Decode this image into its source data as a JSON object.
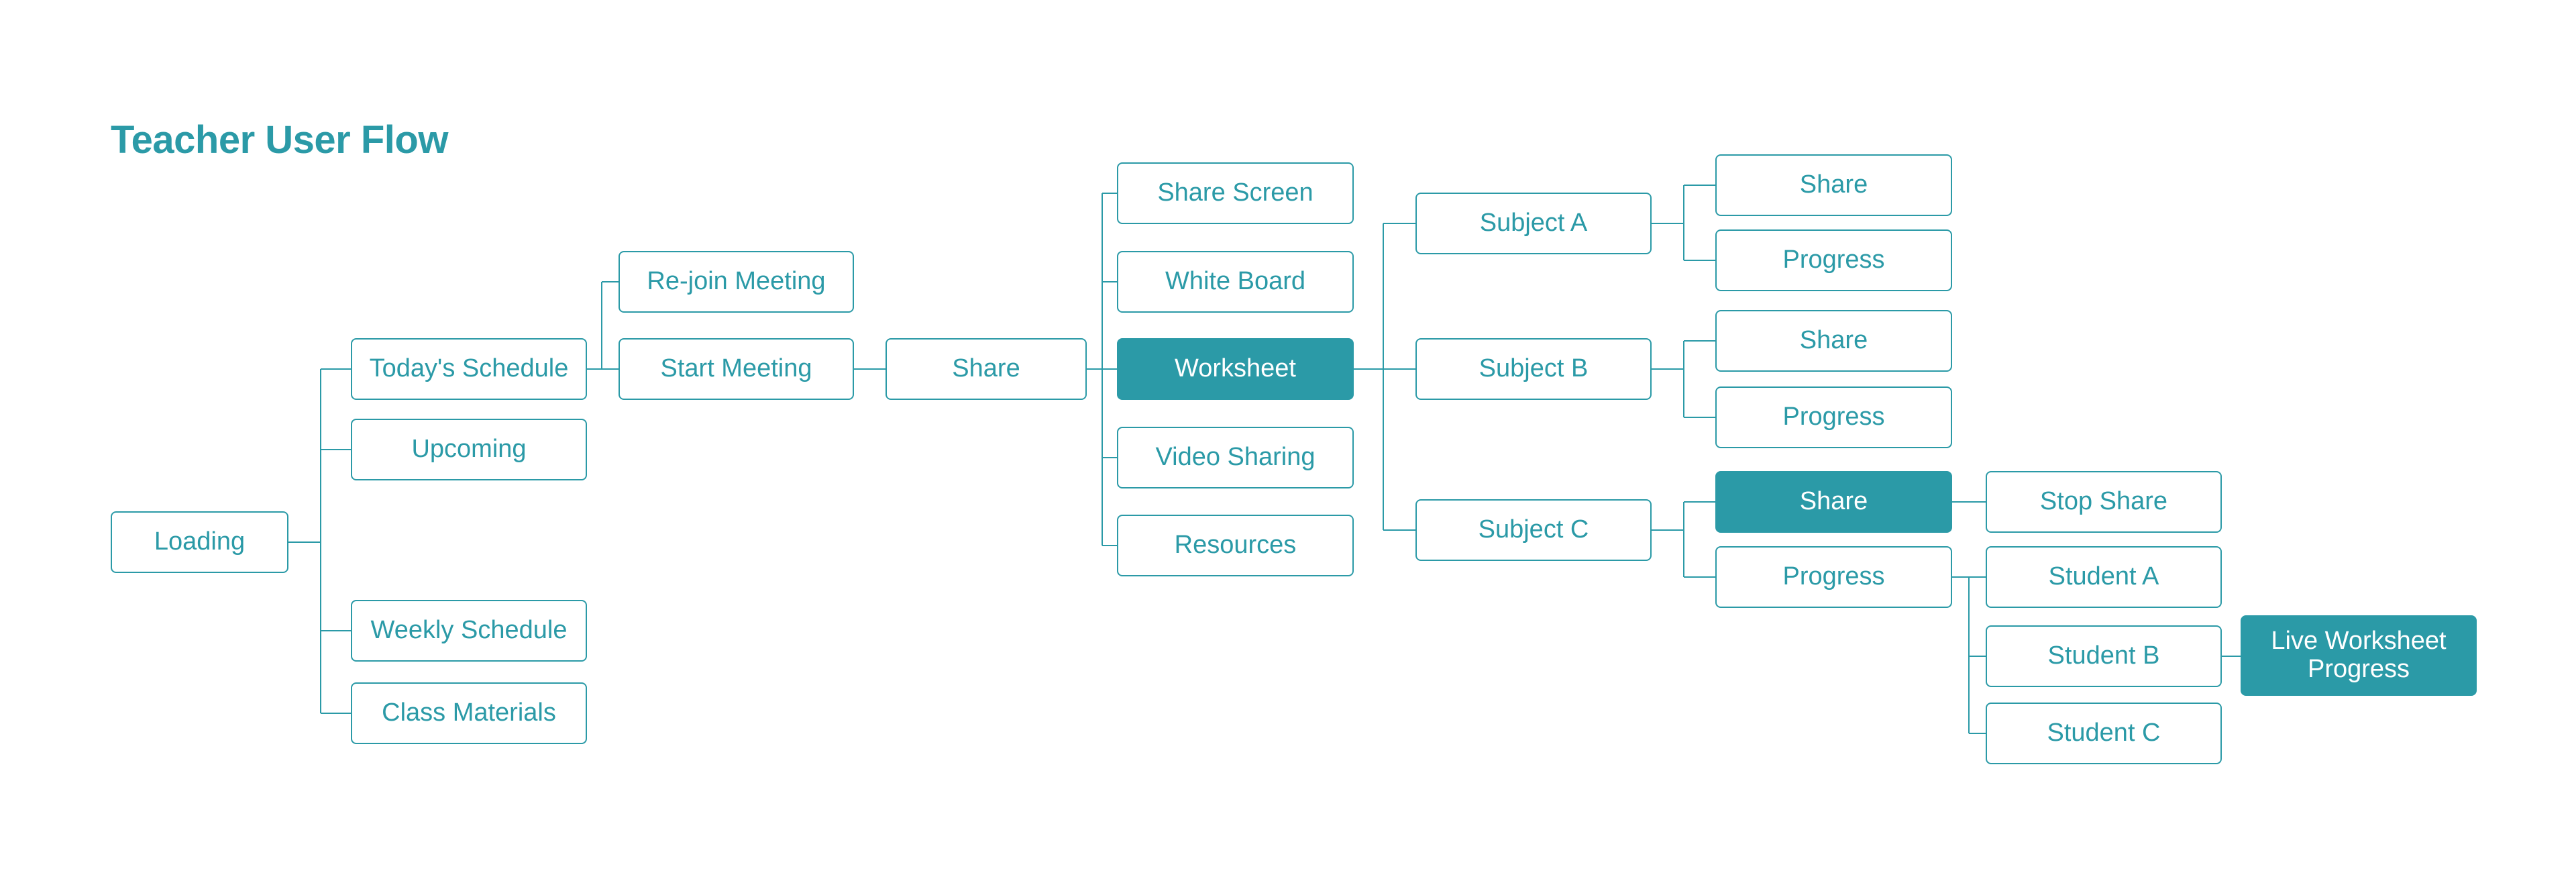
{
  "title": "Teacher User Flow",
  "colors": {
    "accent": "#2b9aa7",
    "background": "#ffffff"
  },
  "nodes": {
    "loading": "Loading",
    "todays_schedule": "Today's Schedule",
    "upcoming": "Upcoming",
    "weekly_schedule": "Weekly Schedule",
    "class_materials": "Class Materials",
    "rejoin_meeting": "Re-join Meeting",
    "start_meeting": "Start Meeting",
    "share": "Share",
    "share_screen": "Share Screen",
    "white_board": "White Board",
    "worksheet": "Worksheet",
    "video_sharing": "Video Sharing",
    "resources": "Resources",
    "subject_a": "Subject A",
    "subject_b": "Subject B",
    "subject_c": "Subject C",
    "subject_a_share": "Share",
    "subject_a_progress": "Progress",
    "subject_b_share": "Share",
    "subject_b_progress": "Progress",
    "subject_c_share": "Share",
    "subject_c_progress": "Progress",
    "stop_share": "Stop Share",
    "student_a": "Student A",
    "student_b": "Student B",
    "student_c": "Student C",
    "live_worksheet_progress": {
      "line1": "Live Worksheet",
      "line2": "Progress"
    }
  }
}
